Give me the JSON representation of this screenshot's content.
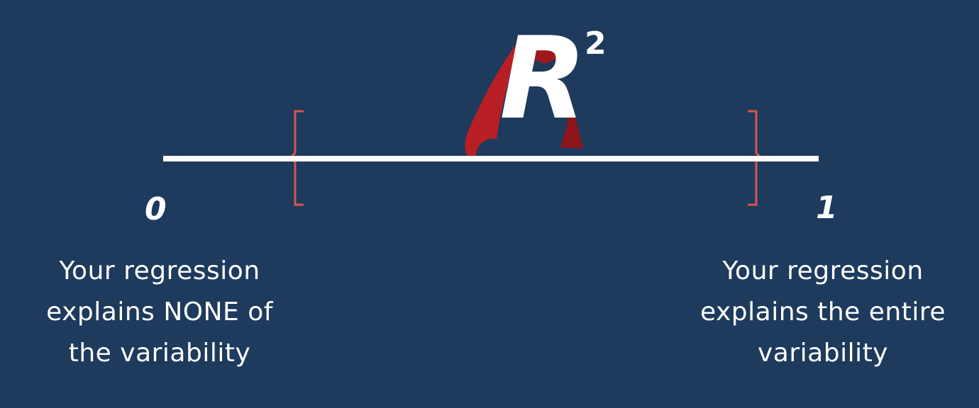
{
  "title": {
    "symbol": "R",
    "exponent": "2"
  },
  "axis": {
    "min_label": "0",
    "max_label": "1"
  },
  "captions": {
    "left": [
      "Your regression",
      "explains NONE of",
      "the variability"
    ],
    "right": [
      "Your regression",
      "explains the entire",
      "variability"
    ]
  },
  "colors": {
    "background": "#1e3a5c",
    "line": "#ffffff",
    "bracket": "#d9534f",
    "cape": "#b81f24"
  },
  "icons": [
    "cape-icon"
  ]
}
